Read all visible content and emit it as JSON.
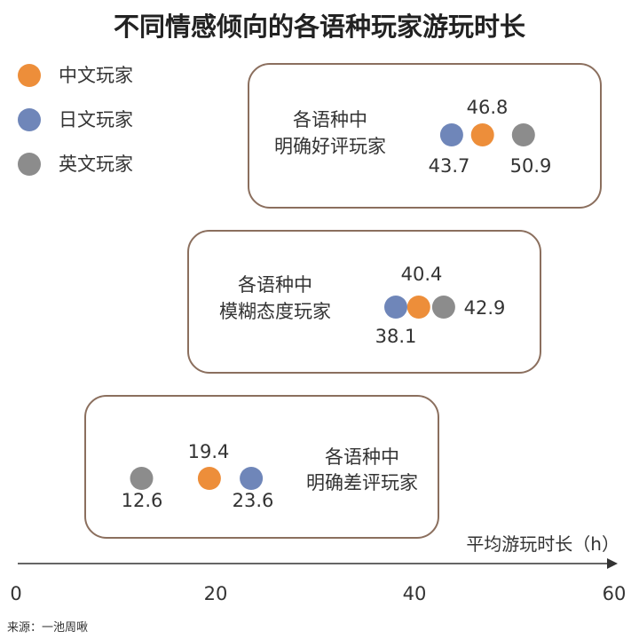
{
  "chart_data": {
    "type": "scatter",
    "title": "不同情感倾向的各语种玩家游玩时长",
    "xlabel": "平均游玩时长（h）",
    "xlim": [
      0,
      60
    ],
    "xticks": [
      0,
      20,
      40,
      60
    ],
    "series": [
      {
        "name": "中文玩家",
        "color": "#ED8E3A"
      },
      {
        "name": "日文玩家",
        "color": "#6F86B9"
      },
      {
        "name": "英文玩家",
        "color": "#8C8C8C"
      }
    ],
    "groups": [
      {
        "label_line1": "各语种中",
        "label_line2": "明确好评玩家",
        "values": [
          46.8,
          43.7,
          50.9
        ]
      },
      {
        "label_line1": "各语种中",
        "label_line2": "模糊态度玩家",
        "values": [
          40.4,
          38.1,
          42.9
        ]
      },
      {
        "label_line1": "各语种中",
        "label_line2": "明确差评玩家",
        "values": [
          19.4,
          23.6,
          12.6
        ]
      }
    ],
    "source": "来源：一池周啾",
    "legend_position": "top-left"
  }
}
